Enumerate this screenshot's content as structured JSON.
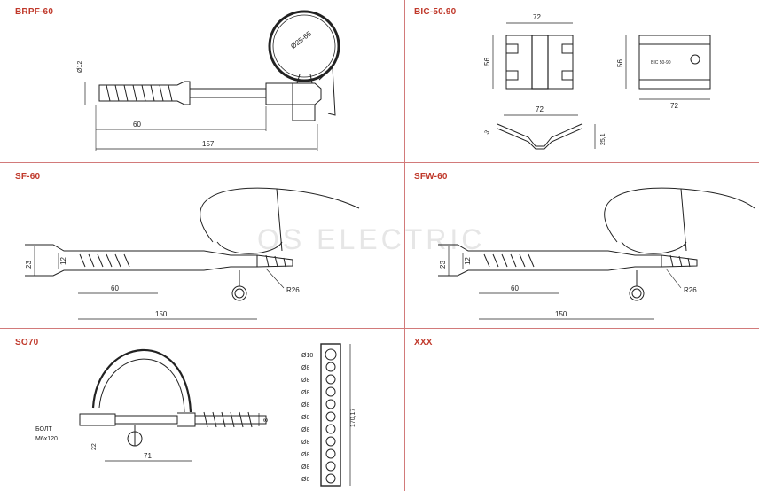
{
  "watermark": "OS ELECTRIC",
  "panels": {
    "brpf": {
      "title": "BRPF-60",
      "dims": {
        "diameter": "Ø12",
        "clamp": "Ø25-65",
        "d1": "60",
        "d2": "157"
      }
    },
    "bic": {
      "title": "BIC-50.90",
      "dims": {
        "top_width": "72",
        "left_height": "56",
        "right_height": "56",
        "right_width": "72",
        "side_width": "72",
        "side_thickness": "3",
        "side_height": "25,1",
        "label": "BIC 50-90"
      }
    },
    "sf": {
      "title": "SF-60",
      "dims": {
        "h1": "23",
        "h2": "12",
        "d1": "60",
        "d2": "150",
        "radius": "R26"
      }
    },
    "sfw": {
      "title": "SFW-60",
      "dims": {
        "h1": "23",
        "h2": "12",
        "d1": "60",
        "d2": "150",
        "radius": "R26"
      }
    },
    "so70": {
      "title": "SO70",
      "dims": {
        "bolt_label_1": "БОЛТ",
        "bolt_label_2": "M6x120",
        "d22": "22",
        "d71": "71",
        "d8": "8"
      }
    },
    "strip": {
      "first": "Ø10",
      "holes": [
        "Ø8",
        "Ø8",
        "Ø8",
        "Ø8",
        "Ø8",
        "Ø8",
        "Ø8",
        "Ø8",
        "Ø8",
        "Ø8"
      ],
      "length": "170,17"
    },
    "xxx": {
      "title": "XXX"
    }
  },
  "colors": {
    "title": "#c0392b",
    "grid": "#d27a7a",
    "stroke": "#222222"
  }
}
